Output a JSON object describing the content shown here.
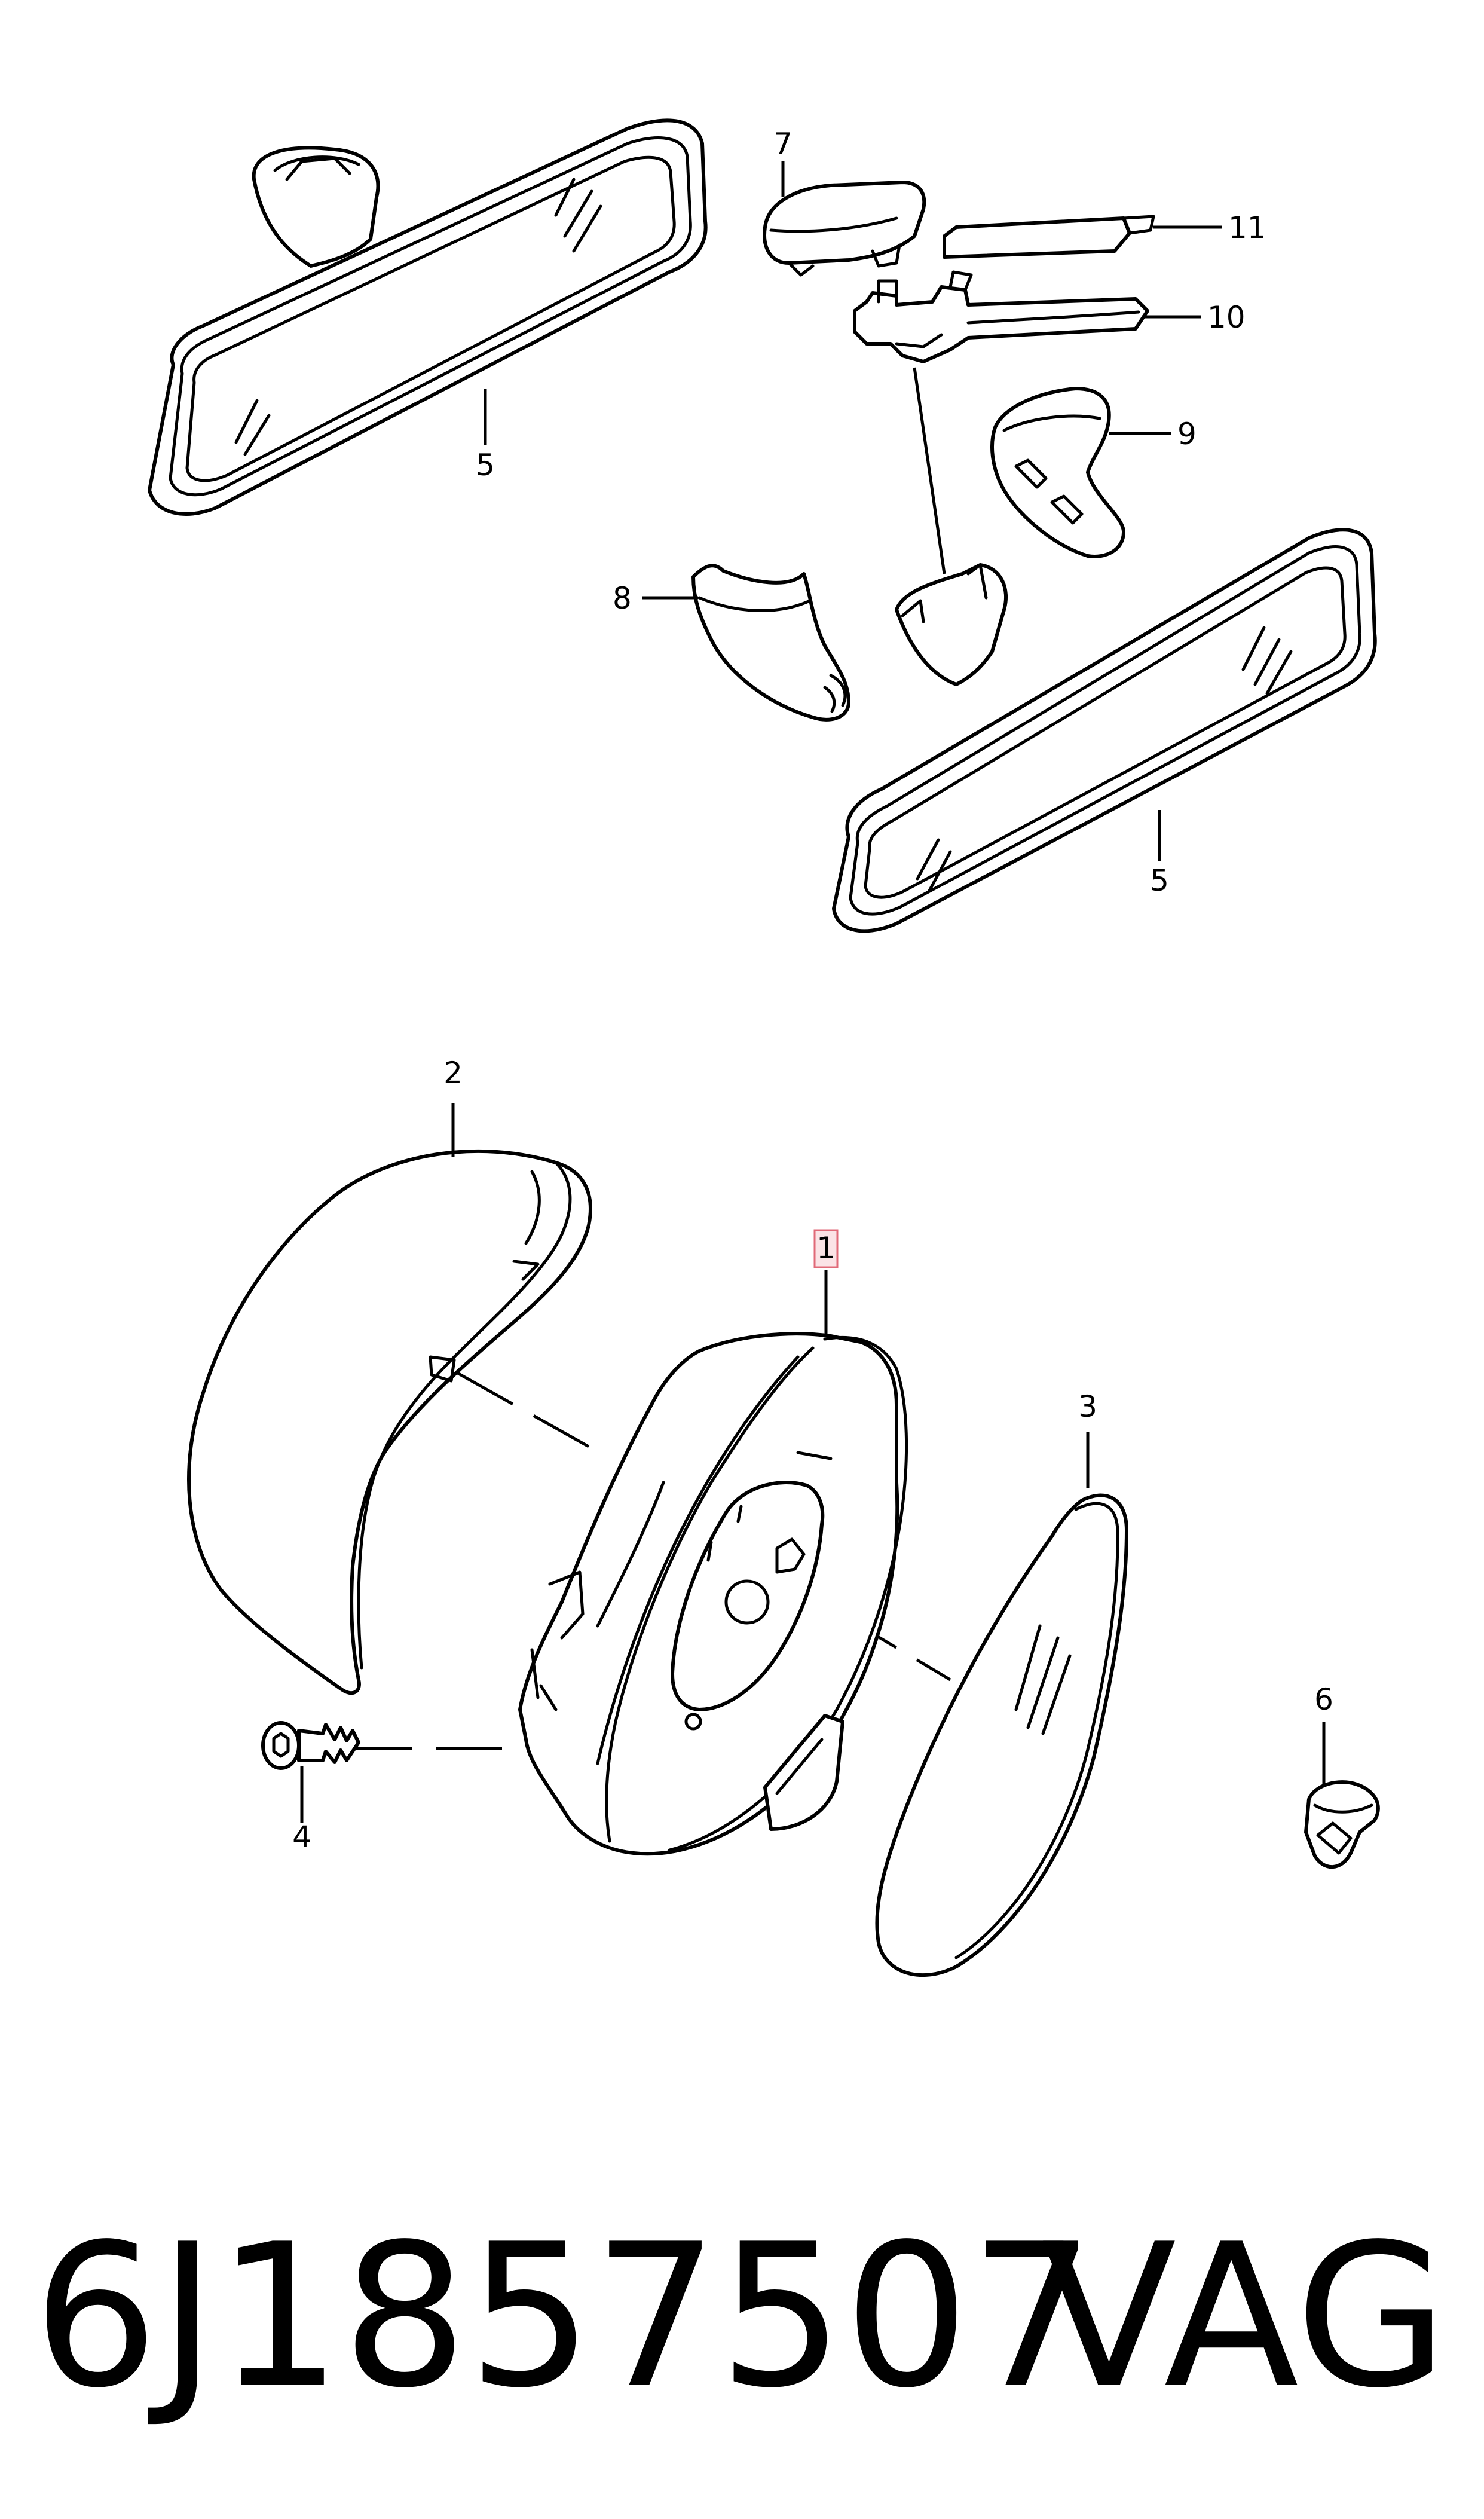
{
  "callouts": {
    "c1": "1",
    "c2": "2",
    "c3": "3",
    "c4": "4",
    "c5_top": "5",
    "c5_bottom": "5",
    "c6": "6",
    "c7": "7",
    "c8": "8",
    "c9": "9",
    "c10": "10",
    "c11": "11"
  },
  "footer": {
    "part_number": "6J1857507",
    "brand": "VAG"
  },
  "colors": {
    "highlight": "#e06a78",
    "line": "#000000"
  }
}
